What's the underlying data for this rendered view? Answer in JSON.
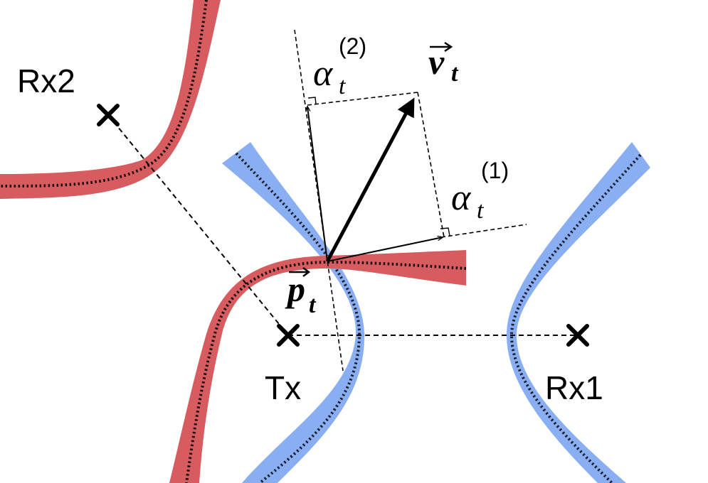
{
  "labels": {
    "tx": "Tx",
    "rx1": "Rx1",
    "rx2": "Rx2",
    "velocity": "v",
    "velocity_sub": "t",
    "position": "p",
    "position_sub": "t",
    "alpha1": "α",
    "alpha1_sub": "t",
    "alpha1_sup": "(1)",
    "alpha2": "α",
    "alpha2_sub": "t",
    "alpha2_sup": "(2)"
  },
  "colors": {
    "blue_band": "#8aaef2",
    "red_band": "#d65c60",
    "line": "#000000"
  }
}
